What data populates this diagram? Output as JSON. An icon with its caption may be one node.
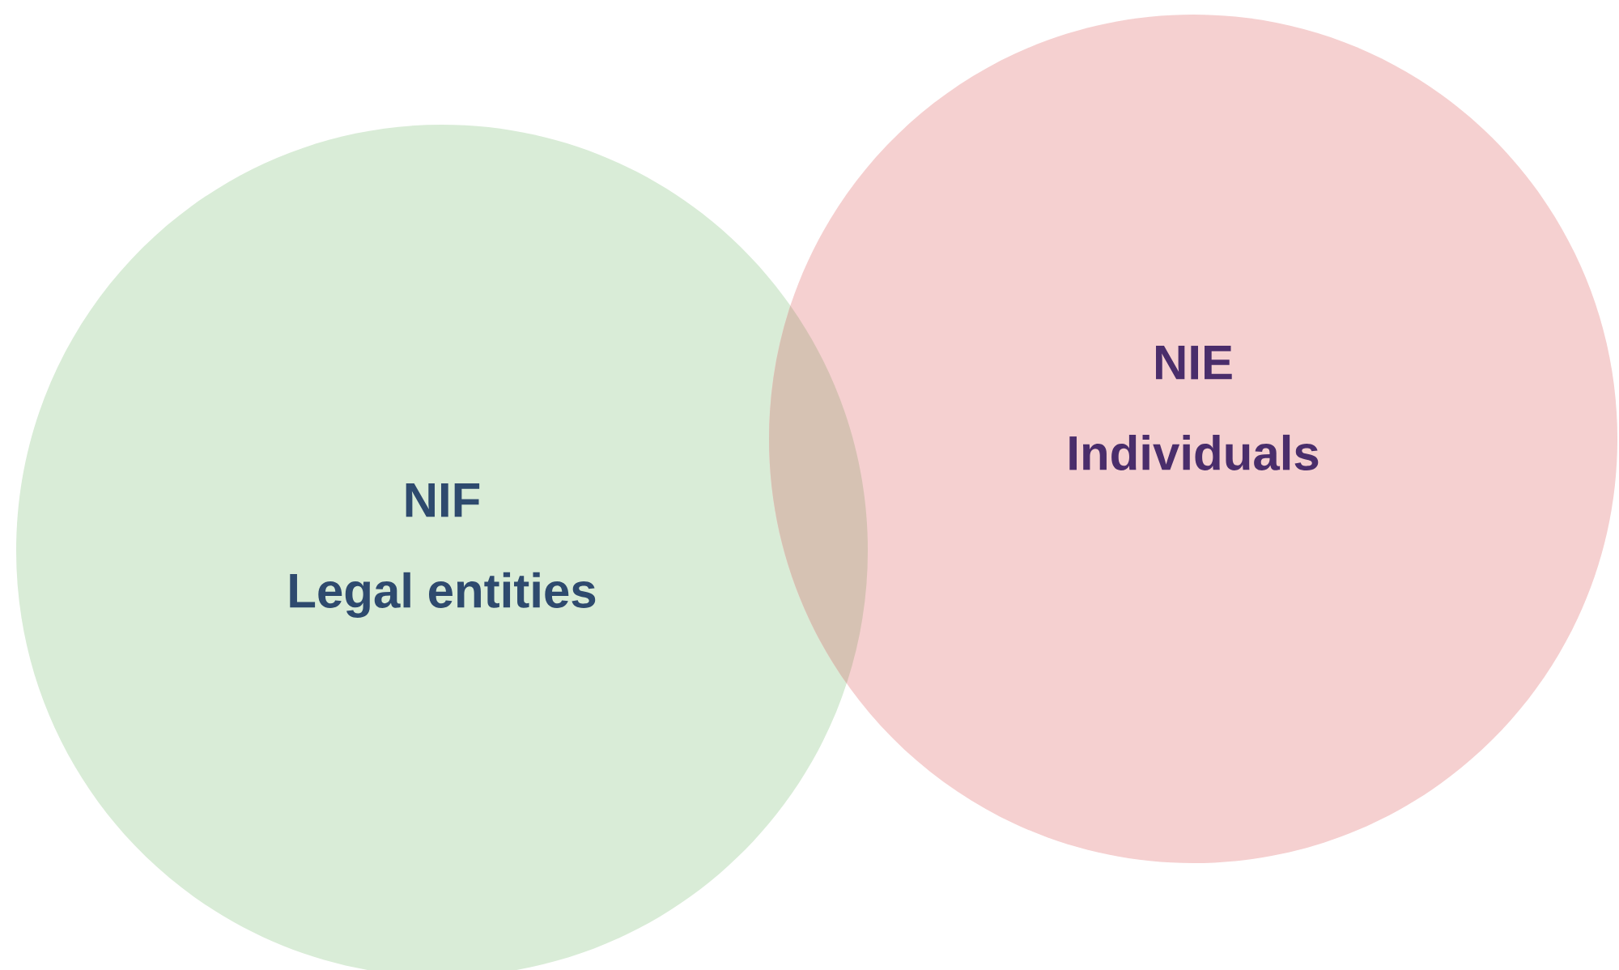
{
  "diagram": {
    "nodes": [
      {
        "text": [
          "NIF",
          "Legal entities"
        ]
      },
      {
        "text": [
          "NIE",
          "Individuals"
        ]
      }
    ]
  }
}
